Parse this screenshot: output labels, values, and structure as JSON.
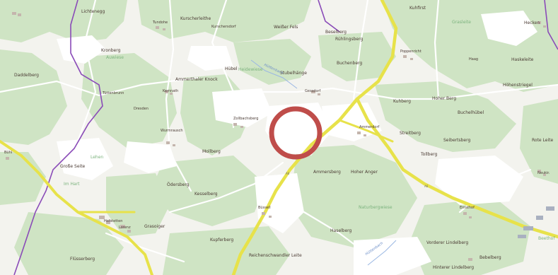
{
  "map": {
    "colors": {
      "forest": "#cfe4c4",
      "meadow": "#f3f3ee",
      "field": "#ffffff",
      "road_main": "#e7e24a",
      "road_minor": "#ffffff",
      "border": "#8a4bb8",
      "water": "#9ab7e3",
      "marker": "#bf4d4a"
    },
    "marker": {
      "type": "circle-outline",
      "icon": "location-circle-icon"
    },
    "roads": {
      "motorway_ref": "A6"
    },
    "places": [
      {
        "id": "lichtenegg",
        "text": "Lichtenegg"
      },
      {
        "id": "kurscherleithe",
        "text": "Kurscherleithe"
      },
      {
        "id": "kurschersdorf",
        "text": "Kurschersdorf"
      },
      {
        "id": "weisser-fels",
        "text": "Weißer Fels"
      },
      {
        "id": "beselberg",
        "text": "Beselberg"
      },
      {
        "id": "ruehlingsberg",
        "text": "Rühlingsberg"
      },
      {
        "id": "kuhfirst",
        "text": "Kuhfirst"
      },
      {
        "id": "hecken",
        "text": "Hecken"
      },
      {
        "id": "kronberg",
        "text": "Kronberg"
      },
      {
        "id": "huebel",
        "text": "Hübel"
      },
      {
        "id": "stubelhaenge",
        "text": "Stubelhänge"
      },
      {
        "id": "buchenberg",
        "text": "Buchenberg"
      },
      {
        "id": "haskeleite",
        "text": "Haskeleite"
      },
      {
        "id": "daddelberg",
        "text": "Daddelberg"
      },
      {
        "id": "ammerthaler-knock",
        "text": "Ammerthaler Knock"
      },
      {
        "id": "hoehenstriegel",
        "text": "Höhenstriegel"
      },
      {
        "id": "hoher-berg",
        "text": "Hoher Berg"
      },
      {
        "id": "kuhberg",
        "text": "Kuhberg"
      },
      {
        "id": "buchelhuebel",
        "text": "Buchelhübel"
      },
      {
        "id": "zollbachsberg",
        "text": "Zollbachsberg"
      },
      {
        "id": "streitberg",
        "text": "Streitberg"
      },
      {
        "id": "seibertsberg",
        "text": "Seibertsberg"
      },
      {
        "id": "rote-leite",
        "text": "Rote Leite"
      },
      {
        "id": "mollberg",
        "text": "Mollberg"
      },
      {
        "id": "tollberg",
        "text": "Tollberg"
      },
      {
        "id": "grosse-seite",
        "text": "Große Seite"
      },
      {
        "id": "ammersberg",
        "text": "Ammersberg"
      },
      {
        "id": "hoher-anger",
        "text": "Hoher Anger"
      },
      {
        "id": "odersberg",
        "text": "Ödersberg"
      },
      {
        "id": "kesselberg",
        "text": "Kesselberg"
      },
      {
        "id": "grasoiger",
        "text": "Grasoiger"
      },
      {
        "id": "haselberg",
        "text": "Haselberg"
      },
      {
        "id": "kupferberg",
        "text": "Kupferberg"
      },
      {
        "id": "fluesserberg",
        "text": "Flüsserberg"
      },
      {
        "id": "reichenschwandler-leite",
        "text": "Reichenschwandler Leite"
      },
      {
        "id": "vorderer-lindelberg",
        "text": "Vorderer Lindelberg"
      },
      {
        "id": "bebelberg",
        "text": "Bebelberg"
      },
      {
        "id": "hinterer-lindelberg",
        "text": "Hinterer Lindelberg"
      }
    ],
    "villages": [
      {
        "id": "tunsbrunn",
        "text": "Tundohe"
      },
      {
        "id": "kemnath",
        "text": "Kemnath"
      },
      {
        "id": "dresdorf",
        "text": "Gessdorf"
      },
      {
        "id": "ammerthal-ost",
        "text": "Ammerdorf"
      },
      {
        "id": "wurmrausch",
        "text": "Wurmrausch"
      },
      {
        "id": "poppenricht",
        "text": "Poppenricht"
      },
      {
        "id": "tuettenbrunn",
        "text": "Tüttenbrunn"
      },
      {
        "id": "oderberg",
        "text": "Dresden"
      },
      {
        "id": "hofstetten",
        "text": "Hofstetten"
      },
      {
        "id": "lorenz",
        "text": "Lorenz"
      },
      {
        "id": "buesell",
        "text": "Büssell"
      },
      {
        "id": "ernsthof",
        "text": "Ernsthof"
      },
      {
        "id": "neukirchen",
        "text": "Neukir."
      },
      {
        "id": "haag",
        "text": "Haag"
      },
      {
        "id": "buehl",
        "text": "Bühl"
      }
    ],
    "nature": [
      {
        "id": "au-wiese",
        "text": "Auwiese"
      },
      {
        "id": "heidewiese",
        "text": "Heidewiese"
      },
      {
        "id": "graslehe",
        "text": "Grasleite"
      },
      {
        "id": "im-hart",
        "text": "Im Hart"
      },
      {
        "id": "lehen",
        "text": "Lehen"
      },
      {
        "id": "naturbergwiese",
        "text": "Naturbergwiese"
      },
      {
        "id": "beethof",
        "text": "Beethof"
      }
    ],
    "water": [
      {
        "id": "ammerbach",
        "text": "Hüttenbach"
      },
      {
        "id": "hueltenbach",
        "text": "Hüttenbach"
      }
    ]
  }
}
